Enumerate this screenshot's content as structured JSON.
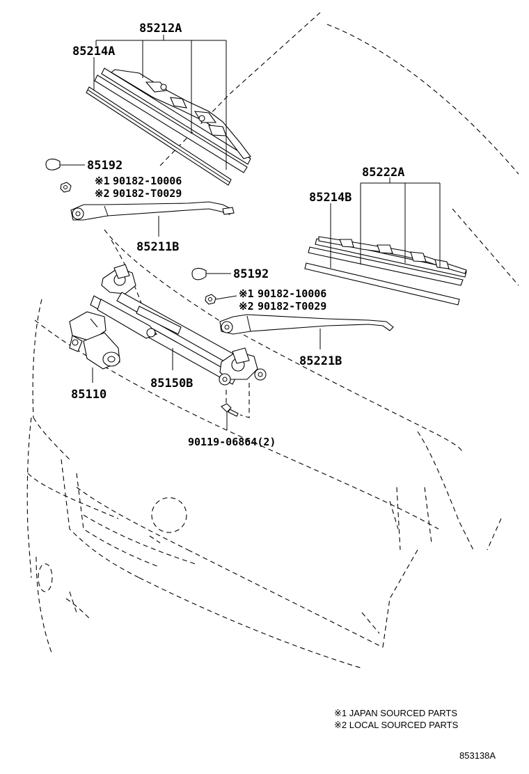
{
  "labels": {
    "blade_assy_rh": "85212A",
    "blade_rubber_rh": "85214A",
    "cap_rh": "85192",
    "nut_rh_1": "90182-10006",
    "nut_rh_2": "90182-T0029",
    "arm_rh": "85211B",
    "blade_assy_lh": "85222A",
    "blade_rubber_lh": "85214B",
    "cap_lh": "85192",
    "nut_lh_1": "90182-10006",
    "nut_lh_2": "90182-T0029",
    "arm_lh": "85221B",
    "link_assy": "85150B",
    "motor": "85110",
    "bolt": "90119-06864(2)"
  },
  "marks": {
    "mark1": "※1",
    "mark2": "※2"
  },
  "legend": {
    "line1": "※1 JAPAN SOURCED PARTS",
    "line2": "※2 LOCAL SOURCED PARTS"
  },
  "figure_id": "853138A"
}
